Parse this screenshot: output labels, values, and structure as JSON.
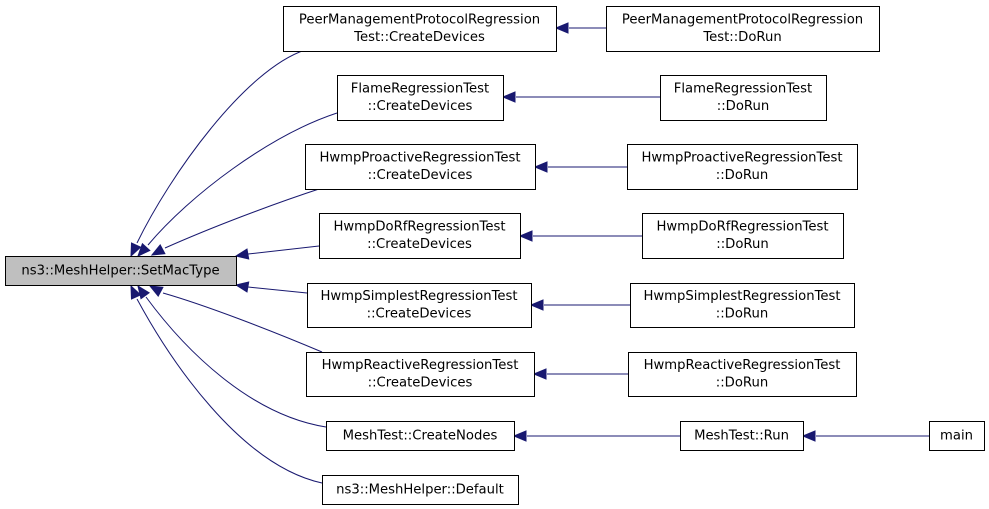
{
  "diagram": {
    "type": "doxygen-caller-graph",
    "nodes": [
      {
        "id": "root",
        "lines": [
          "ns3::MeshHelper::SetMacType"
        ],
        "root": true
      },
      {
        "id": "pmp_cd",
        "lines": [
          "PeerManagementProtocolRegression",
          "Test::CreateDevices"
        ]
      },
      {
        "id": "flame_cd",
        "lines": [
          "FlameRegressionTest",
          "::CreateDevices"
        ]
      },
      {
        "id": "pro_cd",
        "lines": [
          "HwmpProactiveRegressionTest",
          "::CreateDevices"
        ]
      },
      {
        "id": "dorf_cd",
        "lines": [
          "HwmpDoRfRegressionTest",
          "::CreateDevices"
        ]
      },
      {
        "id": "simp_cd",
        "lines": [
          "HwmpSimplestRegressionTest",
          "::CreateDevices"
        ]
      },
      {
        "id": "reac_cd",
        "lines": [
          "HwmpReactiveRegressionTest",
          "::CreateDevices"
        ]
      },
      {
        "id": "mt_cn",
        "lines": [
          "MeshTest::CreateNodes"
        ]
      },
      {
        "id": "default",
        "lines": [
          "ns3::MeshHelper::Default"
        ]
      },
      {
        "id": "pmp_run",
        "lines": [
          "PeerManagementProtocolRegression",
          "Test::DoRun"
        ]
      },
      {
        "id": "flame_run",
        "lines": [
          "FlameRegressionTest",
          "::DoRun"
        ]
      },
      {
        "id": "pro_run",
        "lines": [
          "HwmpProactiveRegressionTest",
          "::DoRun"
        ]
      },
      {
        "id": "dorf_run",
        "lines": [
          "HwmpDoRfRegressionTest",
          "::DoRun"
        ]
      },
      {
        "id": "simp_run",
        "lines": [
          "HwmpSimplestRegressionTest",
          "::DoRun"
        ]
      },
      {
        "id": "reac_run",
        "lines": [
          "HwmpReactiveRegressionTest",
          "::DoRun"
        ]
      },
      {
        "id": "mt_run",
        "lines": [
          "MeshTest::Run"
        ]
      },
      {
        "id": "main",
        "lines": [
          "main"
        ]
      }
    ],
    "edges": [
      {
        "from": "pmp_cd",
        "to": "root"
      },
      {
        "from": "flame_cd",
        "to": "root"
      },
      {
        "from": "pro_cd",
        "to": "root"
      },
      {
        "from": "dorf_cd",
        "to": "root"
      },
      {
        "from": "simp_cd",
        "to": "root"
      },
      {
        "from": "reac_cd",
        "to": "root"
      },
      {
        "from": "mt_cn",
        "to": "root"
      },
      {
        "from": "default",
        "to": "root"
      },
      {
        "from": "pmp_run",
        "to": "pmp_cd"
      },
      {
        "from": "flame_run",
        "to": "flame_cd"
      },
      {
        "from": "pro_run",
        "to": "pro_cd"
      },
      {
        "from": "dorf_run",
        "to": "dorf_cd"
      },
      {
        "from": "simp_run",
        "to": "simp_cd"
      },
      {
        "from": "reac_run",
        "to": "reac_cd"
      },
      {
        "from": "mt_run",
        "to": "mt_cn"
      },
      {
        "from": "main",
        "to": "mt_run"
      }
    ],
    "colors": {
      "edge": "#191970",
      "root_fill": "#bfbfbf",
      "node_fill": "#ffffff",
      "node_border": "#000000"
    }
  }
}
